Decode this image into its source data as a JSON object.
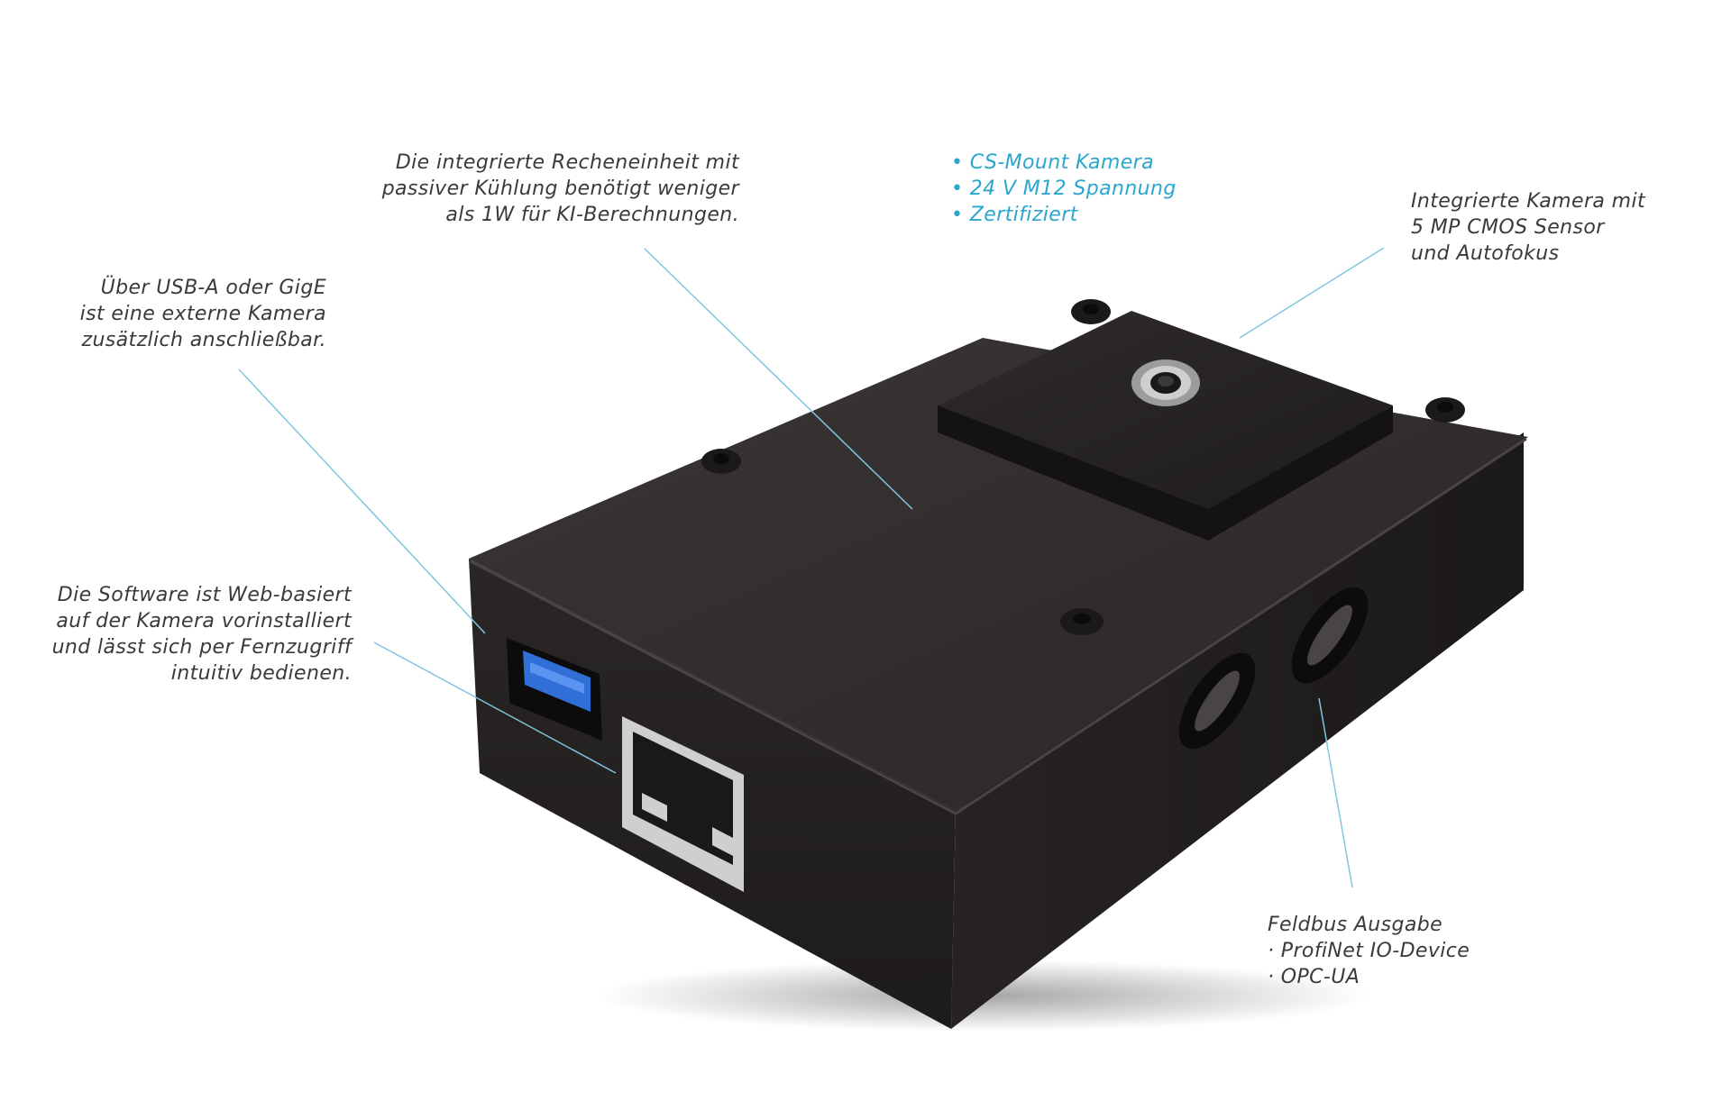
{
  "annotations": {
    "processing_unit": {
      "lines": [
        "Die integrierte Recheneinheit mit",
        "passiver Kühlung benötigt weniger",
        "als 1W für KI-Berechnungen."
      ]
    },
    "features": {
      "lines": [
        "• CS-Mount Kamera",
        "• 24 V M12 Spannung",
        "• Zertifiziert"
      ]
    },
    "integrated_camera": {
      "lines": [
        "Integrierte Kamera mit",
        "5 MP CMOS Sensor",
        "und Autofokus"
      ]
    },
    "external_camera": {
      "lines": [
        "Über USB-A oder GigE",
        "ist eine externe Kamera",
        "zusätzlich anschließbar."
      ]
    },
    "software": {
      "lines": [
        "Die Software ist Web-basiert",
        "auf der Kamera vorinstalliert",
        "und lässt sich per Fernzugriff",
        "intuitiv bedienen."
      ]
    },
    "fieldbus": {
      "lines": [
        "Feldbus Ausgabe",
        "· ProfiNet IO-Device",
        "· OPC-UA"
      ]
    }
  },
  "colors": {
    "accent": "#2aa6cf",
    "text": "#3a3a3a",
    "device_body": "#2a2626",
    "usb_port": "#2f6fd6"
  }
}
